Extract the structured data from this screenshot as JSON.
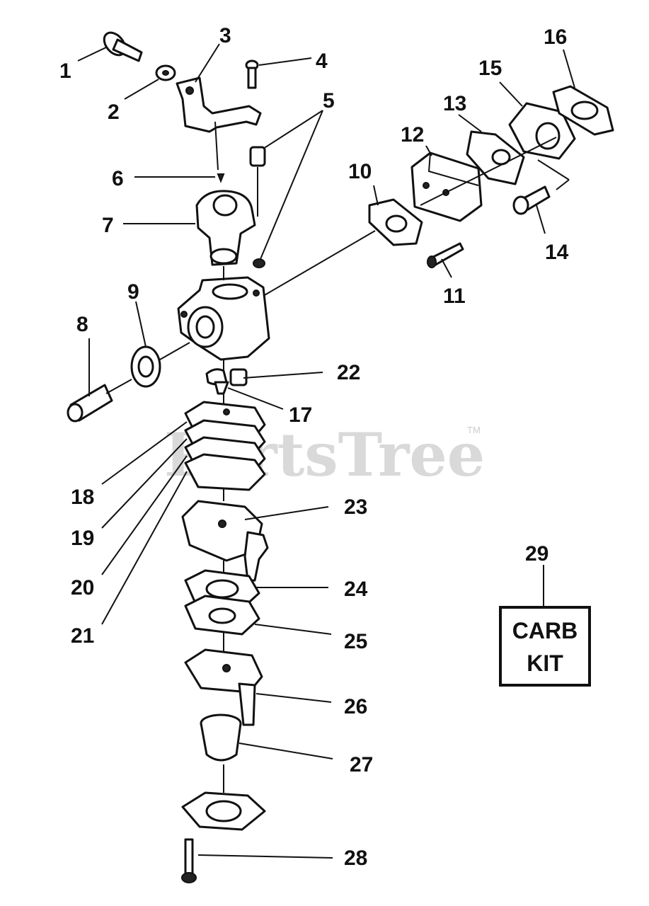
{
  "watermark": {
    "text": "PartsTree",
    "trademark": "TM"
  },
  "callouts": [
    "1",
    "2",
    "3",
    "4",
    "5",
    "6",
    "7",
    "8",
    "9",
    "10",
    "11",
    "12",
    "13",
    "14",
    "15",
    "16",
    "17",
    "18",
    "19",
    "20",
    "21",
    "22",
    "23",
    "24",
    "25",
    "26",
    "27",
    "28",
    "29"
  ],
  "kit_box": {
    "line1": "CARB",
    "line2": "KIT"
  }
}
